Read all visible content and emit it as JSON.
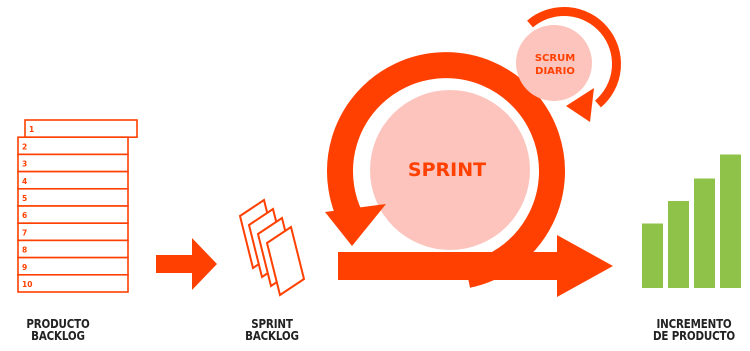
{
  "colors": {
    "accent": "#ff4000",
    "circle_fill": "#fcc4bc",
    "text_dark": "#222222",
    "growth_green": "#8fc249",
    "background": "#ffffff"
  },
  "product_backlog": {
    "items": [
      "1",
      "2",
      "3",
      "4",
      "5",
      "6",
      "7",
      "8",
      "9",
      "10"
    ],
    "caption_line1": "PRODUCTO",
    "caption_line2": "BACKLOG"
  },
  "sprint_backlog": {
    "caption_line1": "SPRINT",
    "caption_line2": "BACKLOG"
  },
  "sprint": {
    "label": "SPRINT"
  },
  "daily_scrum": {
    "label_line1": "SCRUM",
    "label_line2": "DIARIO"
  },
  "increment": {
    "caption_line1": "INCREMENTO",
    "caption_line2": "DE PRODUCTO",
    "bars": [
      0.43,
      0.58,
      0.73,
      0.89
    ]
  },
  "icons": [
    "arrow-right-icon",
    "stacked-pages-icon",
    "cycle-arrow-icon",
    "bar-chart-icon"
  ]
}
